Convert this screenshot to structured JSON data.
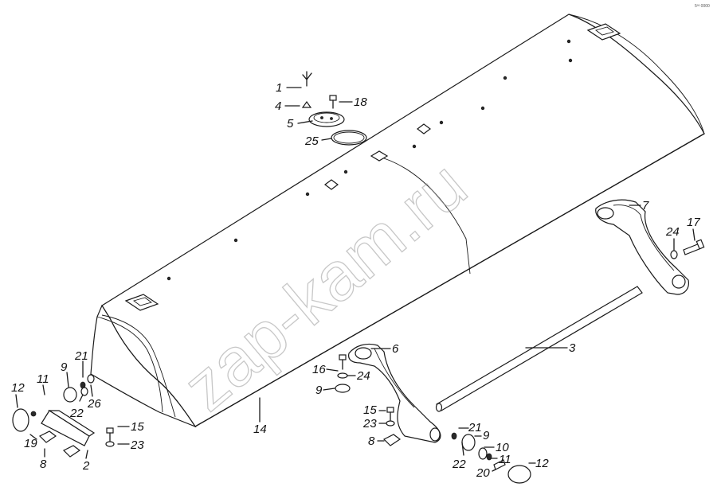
{
  "watermark": "zap-kam.ru",
  "corner_code": "5ª³ 0000",
  "callouts": [
    {
      "id": "c1",
      "text": "1"
    },
    {
      "id": "c4",
      "text": "4"
    },
    {
      "id": "c5",
      "text": "5"
    },
    {
      "id": "c25",
      "text": "25"
    },
    {
      "id": "c18",
      "text": "18"
    },
    {
      "id": "c7",
      "text": "7"
    },
    {
      "id": "c24a",
      "text": "24"
    },
    {
      "id": "c17",
      "text": "17"
    },
    {
      "id": "c6",
      "text": "6"
    },
    {
      "id": "c3",
      "text": "3"
    },
    {
      "id": "c16",
      "text": "16"
    },
    {
      "id": "c24b",
      "text": "24"
    },
    {
      "id": "c9a",
      "text": "9"
    },
    {
      "id": "c14",
      "text": "14"
    },
    {
      "id": "c15a",
      "text": "15"
    },
    {
      "id": "c23a",
      "text": "23"
    },
    {
      "id": "c8a",
      "text": "8"
    },
    {
      "id": "c21a",
      "text": "21"
    },
    {
      "id": "c9b",
      "text": "9"
    },
    {
      "id": "c10",
      "text": "10"
    },
    {
      "id": "c22a",
      "text": "22"
    },
    {
      "id": "c11a",
      "text": "11"
    },
    {
      "id": "c20",
      "text": "20"
    },
    {
      "id": "c12a",
      "text": "12"
    },
    {
      "id": "c12b",
      "text": "12"
    },
    {
      "id": "c11b",
      "text": "11"
    },
    {
      "id": "c9c",
      "text": "9"
    },
    {
      "id": "c21b",
      "text": "21"
    },
    {
      "id": "c22b",
      "text": "22"
    },
    {
      "id": "c26",
      "text": "26"
    },
    {
      "id": "c19",
      "text": "19"
    },
    {
      "id": "c8b",
      "text": "8"
    },
    {
      "id": "c2",
      "text": "2"
    },
    {
      "id": "c15b",
      "text": "15"
    },
    {
      "id": "c23b",
      "text": "23"
    }
  ]
}
